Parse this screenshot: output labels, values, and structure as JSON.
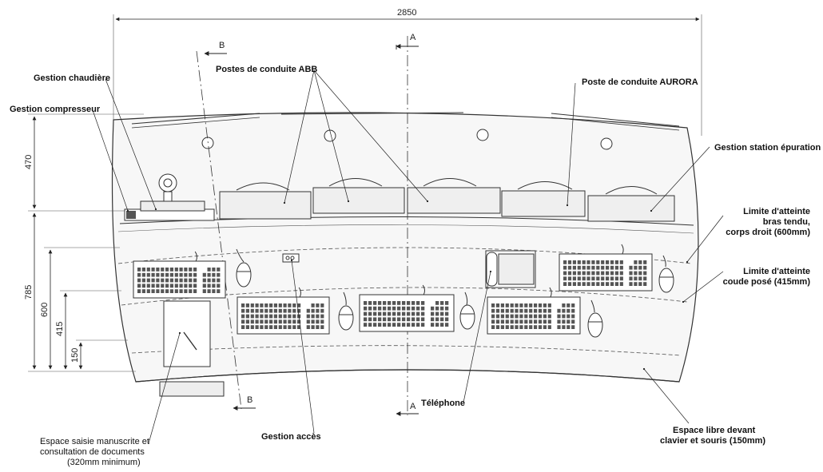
{
  "dimensions": {
    "total_width": "2850",
    "height_470": "470",
    "height_785": "785",
    "height_600": "600",
    "height_415": "415",
    "height_150": "150"
  },
  "sections": {
    "a_top": "A",
    "a_bottom": "A",
    "b_top": "B",
    "b_bottom": "B"
  },
  "labels": {
    "gestion_chaudiere": "Gestion chaudière",
    "gestion_compresseur": "Gestion compresseur",
    "postes_abb": "Postes de conduite ABB",
    "poste_aurora": "Poste de conduite AURORA",
    "gestion_station": "Gestion station épuration",
    "limite_600_l1": "Limite d'atteinte",
    "limite_600_l2": "bras tendu,",
    "limite_600_l3": "corps droit (600mm)",
    "limite_415_l1": "Limite d'atteinte",
    "limite_415_l2": "coude posé (415mm)",
    "telephone": "Téléphone",
    "gestion_acces": "Gestion accès",
    "espace_saisie_l1": "Espace saisie manuscrite et",
    "espace_saisie_l2": "consultation de documents",
    "espace_saisie_l3": "(320mm minimum)",
    "espace_libre_l1": "Espace libre devant",
    "espace_libre_l2": "clavier et souris (150mm)"
  },
  "colors": {
    "line": "#333333",
    "desk_fill": "#f7f7f7",
    "screen_fill": "#efefef",
    "key_fill": "#555555"
  }
}
